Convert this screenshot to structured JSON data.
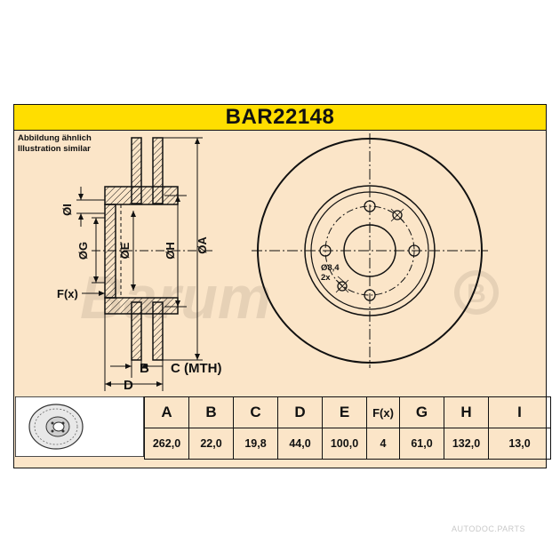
{
  "title": "BAR22148",
  "note": {
    "line1": "Abbildung ähnlich",
    "line2": "Illustration similar"
  },
  "brand_watermark": "Barum",
  "site_watermark": "AUTODOC.PARTS",
  "labels": {
    "I": "ØI",
    "G": "ØG",
    "E": "ØE",
    "H": "ØH",
    "A": "ØA",
    "F": "F(x)",
    "B": "B",
    "C": "C (MTH)",
    "D": "D",
    "hole": "Ø8,4",
    "hole_count": "2x"
  },
  "table": {
    "headers": [
      "A",
      "B",
      "C",
      "D",
      "E",
      "F(x)",
      "G",
      "H",
      "I"
    ],
    "values": [
      "262,0",
      "22,0",
      "19,8",
      "44,0",
      "100,0",
      "4",
      "61,0",
      "132,0",
      "13,0"
    ]
  },
  "colors": {
    "sheet": "#fbe5c8",
    "title_bar": "#ffde00",
    "line": "#111111"
  }
}
